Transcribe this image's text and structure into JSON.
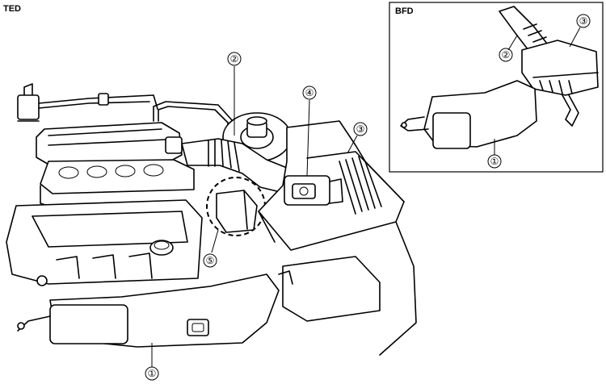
{
  "diagram": {
    "main_view_label": "TED",
    "inset_view_label": "BFD",
    "callouts_main": [
      "①",
      "②",
      "③",
      "④",
      "⑤"
    ],
    "callouts_inset": [
      "①",
      "②",
      "③"
    ]
  }
}
